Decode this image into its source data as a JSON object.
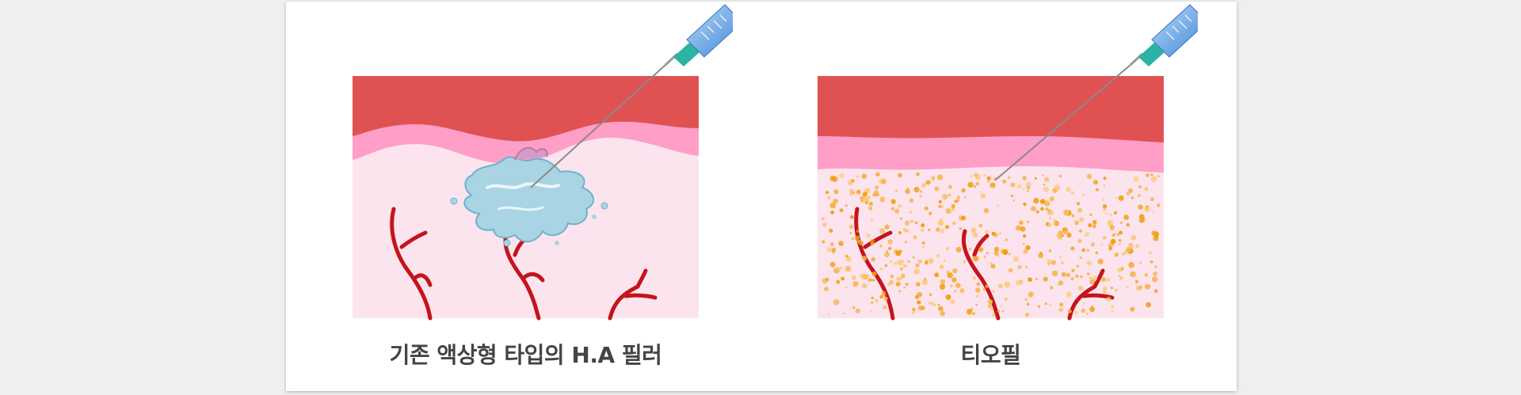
{
  "panels": [
    {
      "caption": "기존 액상형 타입의 H.A 필러"
    },
    {
      "caption": "티오필"
    }
  ],
  "colors": {
    "epidermis": "#e05252",
    "dermis": "#ff9ec7",
    "subcutis": "#fbe4ee",
    "vessel": "#c4141c",
    "liquid_filler": "#a8d4e3",
    "particle": "#f5a623",
    "syringe_barrel": "#7fb4e8",
    "needle_hub": "#2bb3a3"
  },
  "icons": [
    "syringe-icon",
    "blood-vessel-icon",
    "liquid-filler-splash",
    "filler-particles"
  ]
}
